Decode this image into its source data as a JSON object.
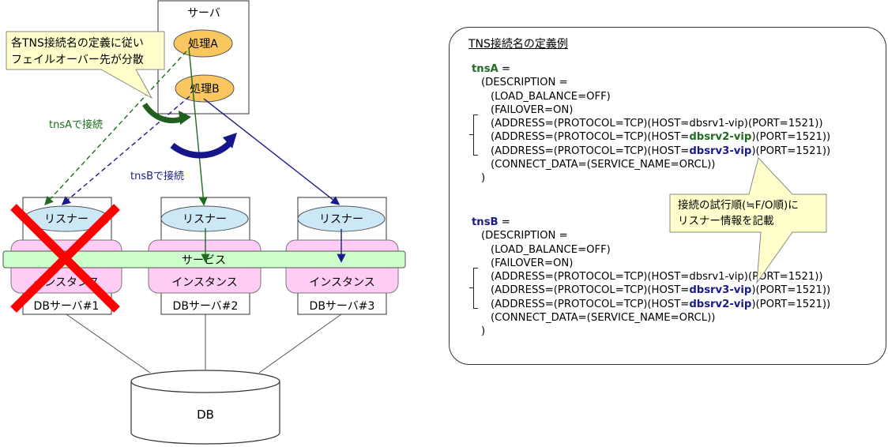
{
  "server": {
    "label": "サーバ",
    "process_a": "処理A",
    "process_b": "処理B"
  },
  "callout_left": {
    "lines": [
      "各TNS接続名の定義に従い",
      "フェイルオーバー先が分散"
    ]
  },
  "connect_labels": {
    "tnsA": "tnsAで接続",
    "tnsB": "tnsBで接続"
  },
  "db_servers": [
    {
      "listener": "リスナー",
      "instance": "インスタンス",
      "label": "DBサーバ#1",
      "failed": true
    },
    {
      "listener": "リスナー",
      "instance": "インスタンス",
      "label": "DBサーバ#2",
      "failed": false
    },
    {
      "listener": "リスナー",
      "instance": "インスタンス",
      "label": "DBサーバ#3",
      "failed": false
    }
  ],
  "service_label": "サービス",
  "db_label": "DB",
  "panel": {
    "title": "TNS接続名の定義例",
    "tnsA": {
      "name": "tnsA",
      "eq": " =",
      "lines": [
        "(DESCRIPTION =",
        "(LOAD_BALANCE=OFF)",
        "(FAILOVER=ON)",
        "(ADDRESS=(PROTOCOL=TCP)(HOST=dbsrv1-vip)(PORT=1521))"
      ],
      "addr2_prefix": "(ADDRESS=(PROTOCOL=TCP)(HOST=",
      "addr2_host": "dbsrv2-vip",
      "addr2_suffix": ")(PORT=1521))",
      "addr3_prefix": "(ADDRESS=(PROTOCOL=TCP)(HOST=",
      "addr3_host": "dbsrv3-vip",
      "addr3_suffix": ")(PORT=1521))",
      "connect": "(CONNECT_DATA=(SERVICE_NAME=ORCL))",
      "close": ")"
    },
    "tnsB": {
      "name": "tnsB",
      "eq": " =",
      "lines": [
        "(DESCRIPTION =",
        "(LOAD_BALANCE=OFF)",
        "(FAILOVER=ON)",
        "(ADDRESS=(PROTOCOL=TCP)(HOST=dbsrv1-vip)(PORT=1521))"
      ],
      "addr2_prefix": "(ADDRESS=(PROTOCOL=TCP)(HOST=",
      "addr2_host": "dbsrv3-vip",
      "addr2_suffix": ")(PORT=1521))",
      "addr3_prefix": "(ADDRESS=(PROTOCOL=TCP)(HOST=",
      "addr3_host": "dbsrv2-vip",
      "addr3_suffix": ")(PORT=1521))",
      "connect": "(CONNECT_DATA=(SERVICE_NAME=ORCL))",
      "close": ")"
    }
  },
  "callout_right": {
    "lines": [
      "接続の試行順(≒F/O順)に",
      "リスナー情報を記載"
    ]
  },
  "colors": {
    "green": "#1f6b1f",
    "blue": "#1a1a8c",
    "orange_fill": "#f9c660",
    "listener_fill": "#cce8f7",
    "instance_fill": "#ffccf5",
    "service_fill": "#ccffcc",
    "callout_fill": "#ffffcc",
    "red": "#ff0000"
  }
}
